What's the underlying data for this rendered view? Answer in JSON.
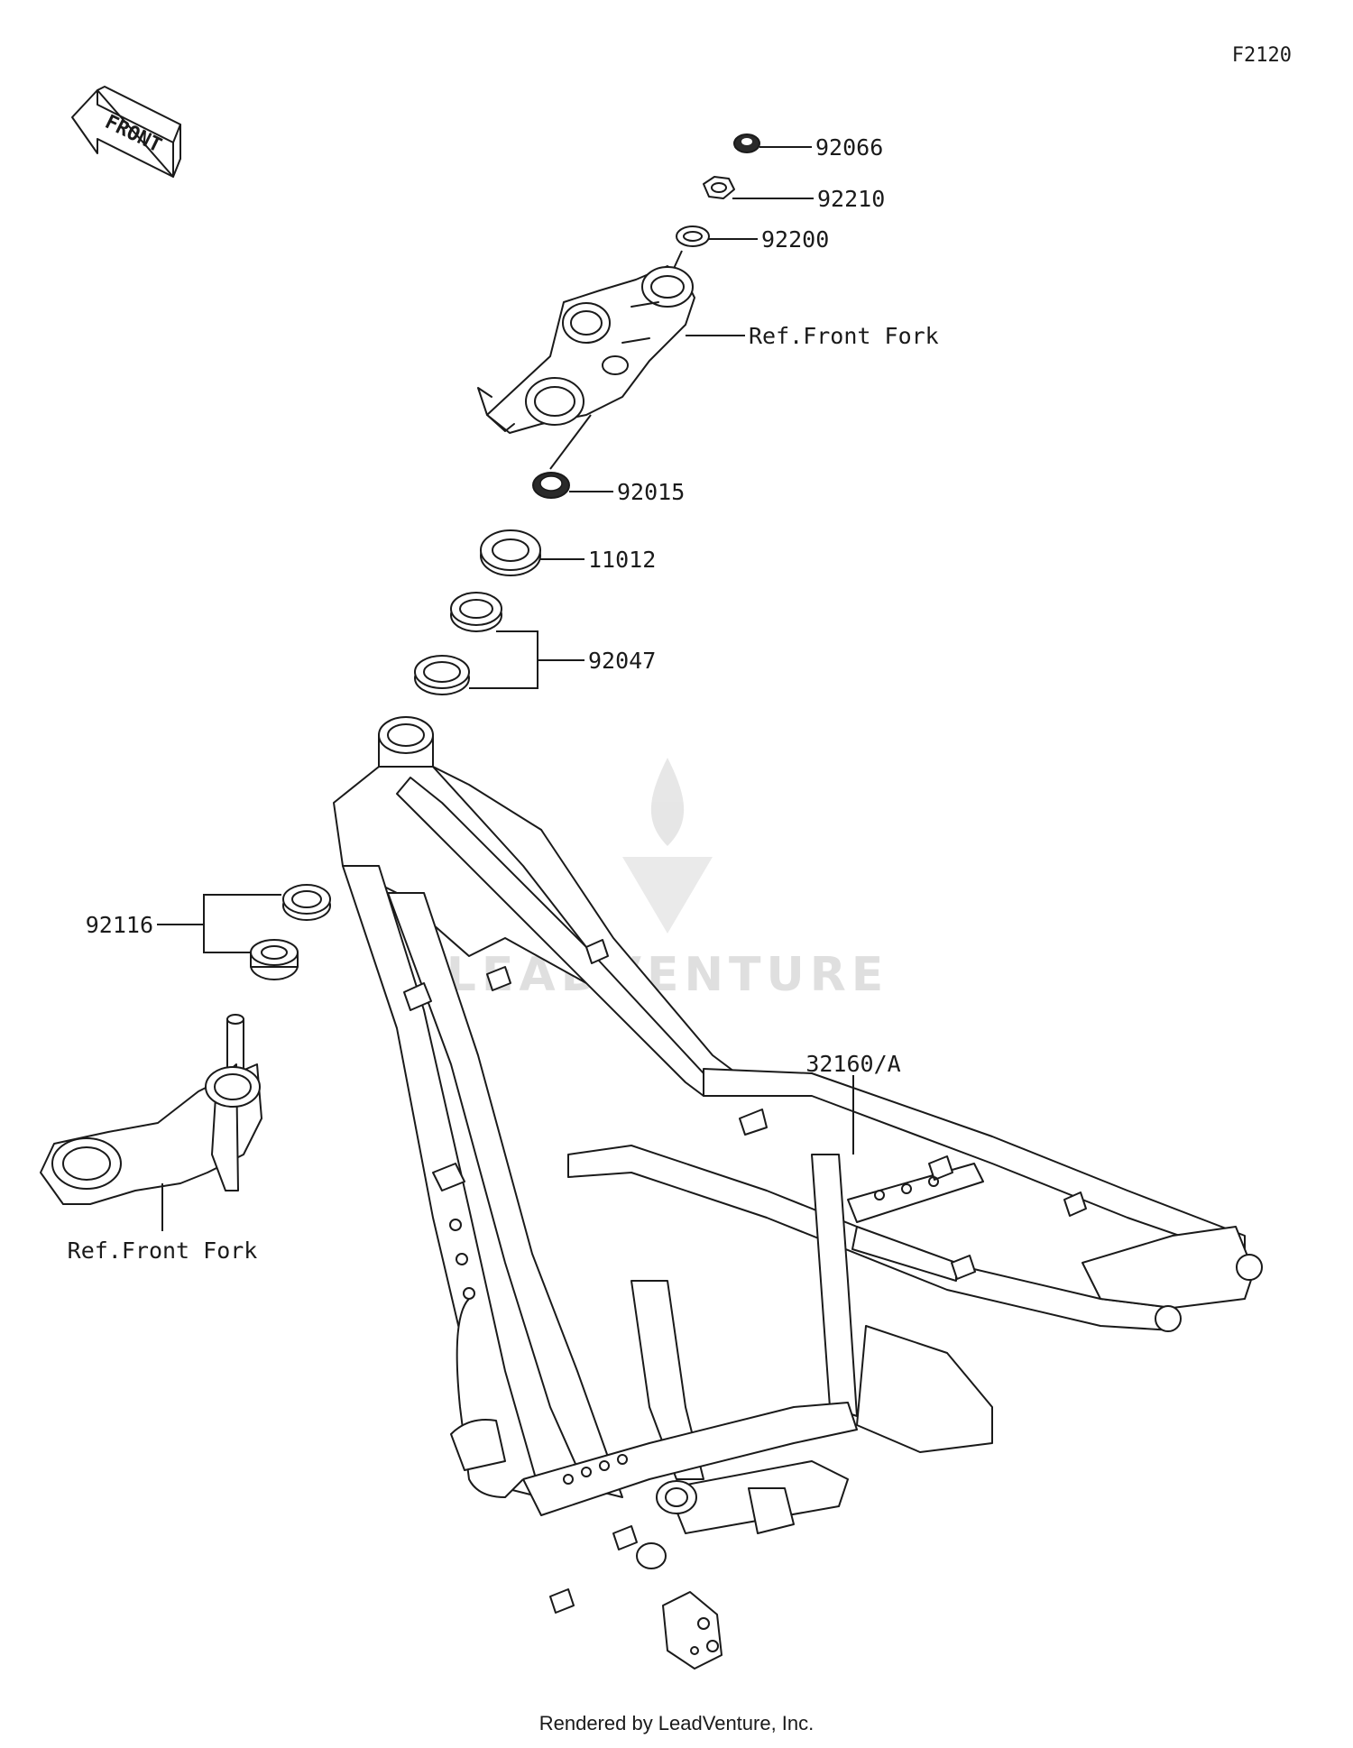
{
  "diagram": {
    "code": "F2120",
    "direction_marker": "FRONT",
    "watermark": "LEADVENTURE",
    "credit": "Rendered by LeadVenture, Inc."
  },
  "callouts": [
    {
      "id": "c-92066",
      "label": "92066"
    },
    {
      "id": "c-92210",
      "label": "92210"
    },
    {
      "id": "c-92200",
      "label": "92200"
    },
    {
      "id": "c-ref-front-fork-upper",
      "label": "Ref.Front Fork"
    },
    {
      "id": "c-92015",
      "label": "92015"
    },
    {
      "id": "c-11012",
      "label": "11012"
    },
    {
      "id": "c-92047",
      "label": "92047"
    },
    {
      "id": "c-92116",
      "label": "92116"
    },
    {
      "id": "c-32160",
      "label": "32160/A"
    },
    {
      "id": "c-ref-front-fork-lower",
      "label": "Ref.Front Fork"
    }
  ]
}
